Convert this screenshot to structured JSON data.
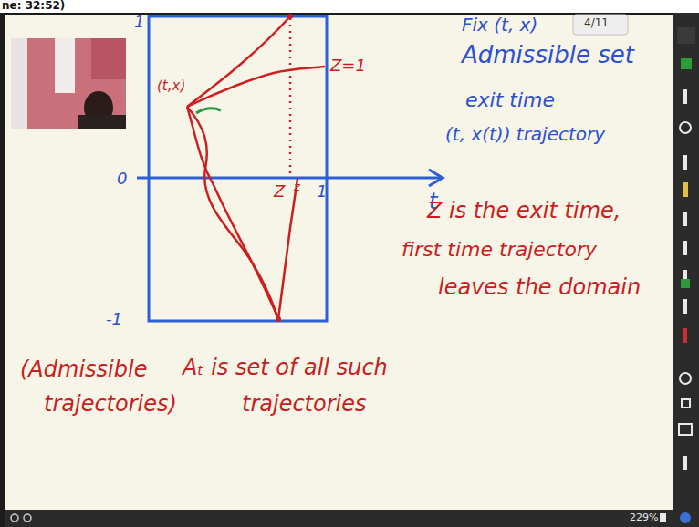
{
  "diagram": {
    "labels": [
      "ne: 32:52)",
      "1",
      "0",
      "-1",
      "t",
      "1",
      "Z",
      "z",
      "(t,x)",
      "Z=1",
      "Fix (t, x)",
      "4/11",
      "Admissible set",
      "exit time",
      "(t, x(t)) trajectory",
      "Z is the exit time,",
      "first time trajectory",
      "leaves the domain",
      "(Admissible",
      "trajectories)",
      "Aₜ is set of all such",
      "trajectories",
      "229%"
    ]
  }
}
